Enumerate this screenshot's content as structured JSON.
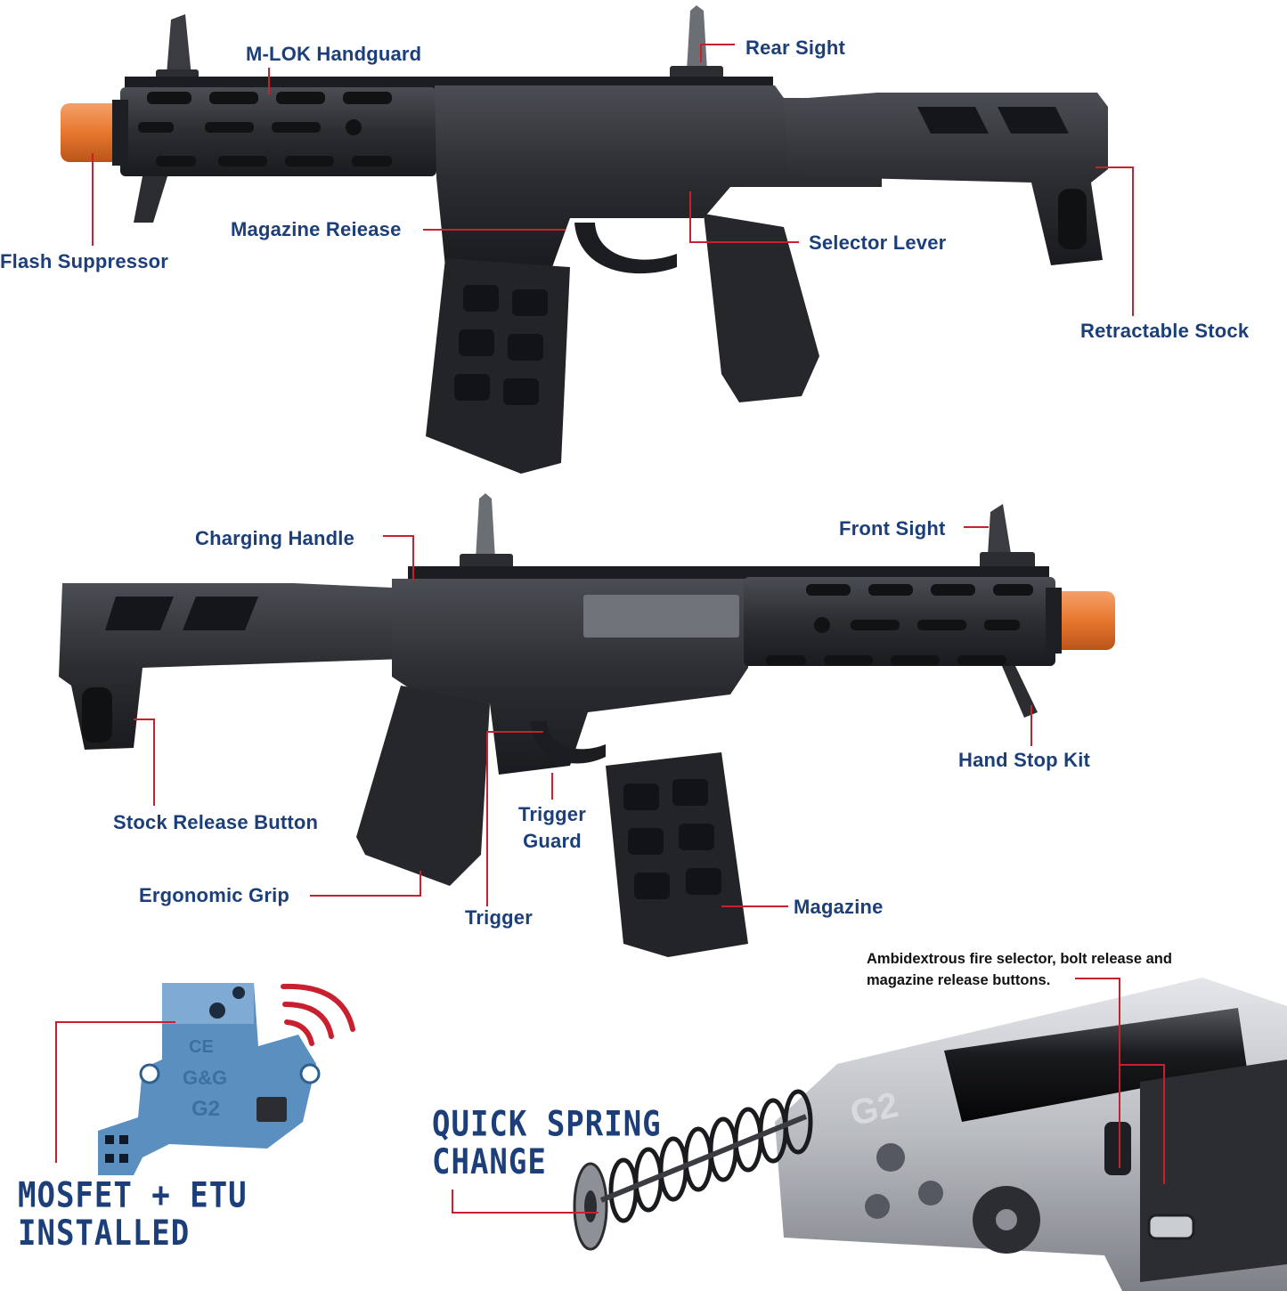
{
  "colors": {
    "label_blue": "#1c3f7a",
    "leader_red": "#c8202f",
    "gun_body": "#2b2d31",
    "gun_dark": "#17181b",
    "tip_orange": "#e8772e",
    "mosfet_blue": "#5a8fc0",
    "gearbox_silver": "#b9bcc1"
  },
  "top_rifle": {
    "labels": {
      "m_lok_handguard": "M-LOK Handguard",
      "rear_sight": "Rear Sight",
      "flash_suppressor": "Flash Suppressor",
      "magazine_release": "Magazine Reiease",
      "selector_lever": "Selector Lever",
      "retractable_stock": "Retractable Stock"
    }
  },
  "bottom_rifle": {
    "labels": {
      "charging_handle": "Charging Handle",
      "front_sight": "Front Sight",
      "hand_stop_kit": "Hand Stop Kit",
      "stock_release_button": "Stock Release Button",
      "trigger_guard_line1": "Trigger",
      "trigger_guard_line2": "Guard",
      "ergonomic_grip": "Ergonomic Grip",
      "trigger": "Trigger",
      "magazine": "Magazine"
    }
  },
  "features": {
    "ambidextrous_line1": "Ambidextrous fire selector, bolt release and",
    "ambidextrous_line2": "magazine release buttons.",
    "spring_line1": "QUICK SPRING",
    "spring_line2": "CHANGE",
    "mosfet_line1": "MOSFET + ETU",
    "mosfet_line2": "INSTALLED",
    "mosfet_board_mark": "G&G",
    "mosfet_board_model": "G2",
    "gearbox_mark": "G2"
  },
  "icons": [
    "wifi-signal-icon",
    "ce-mark-icon"
  ]
}
